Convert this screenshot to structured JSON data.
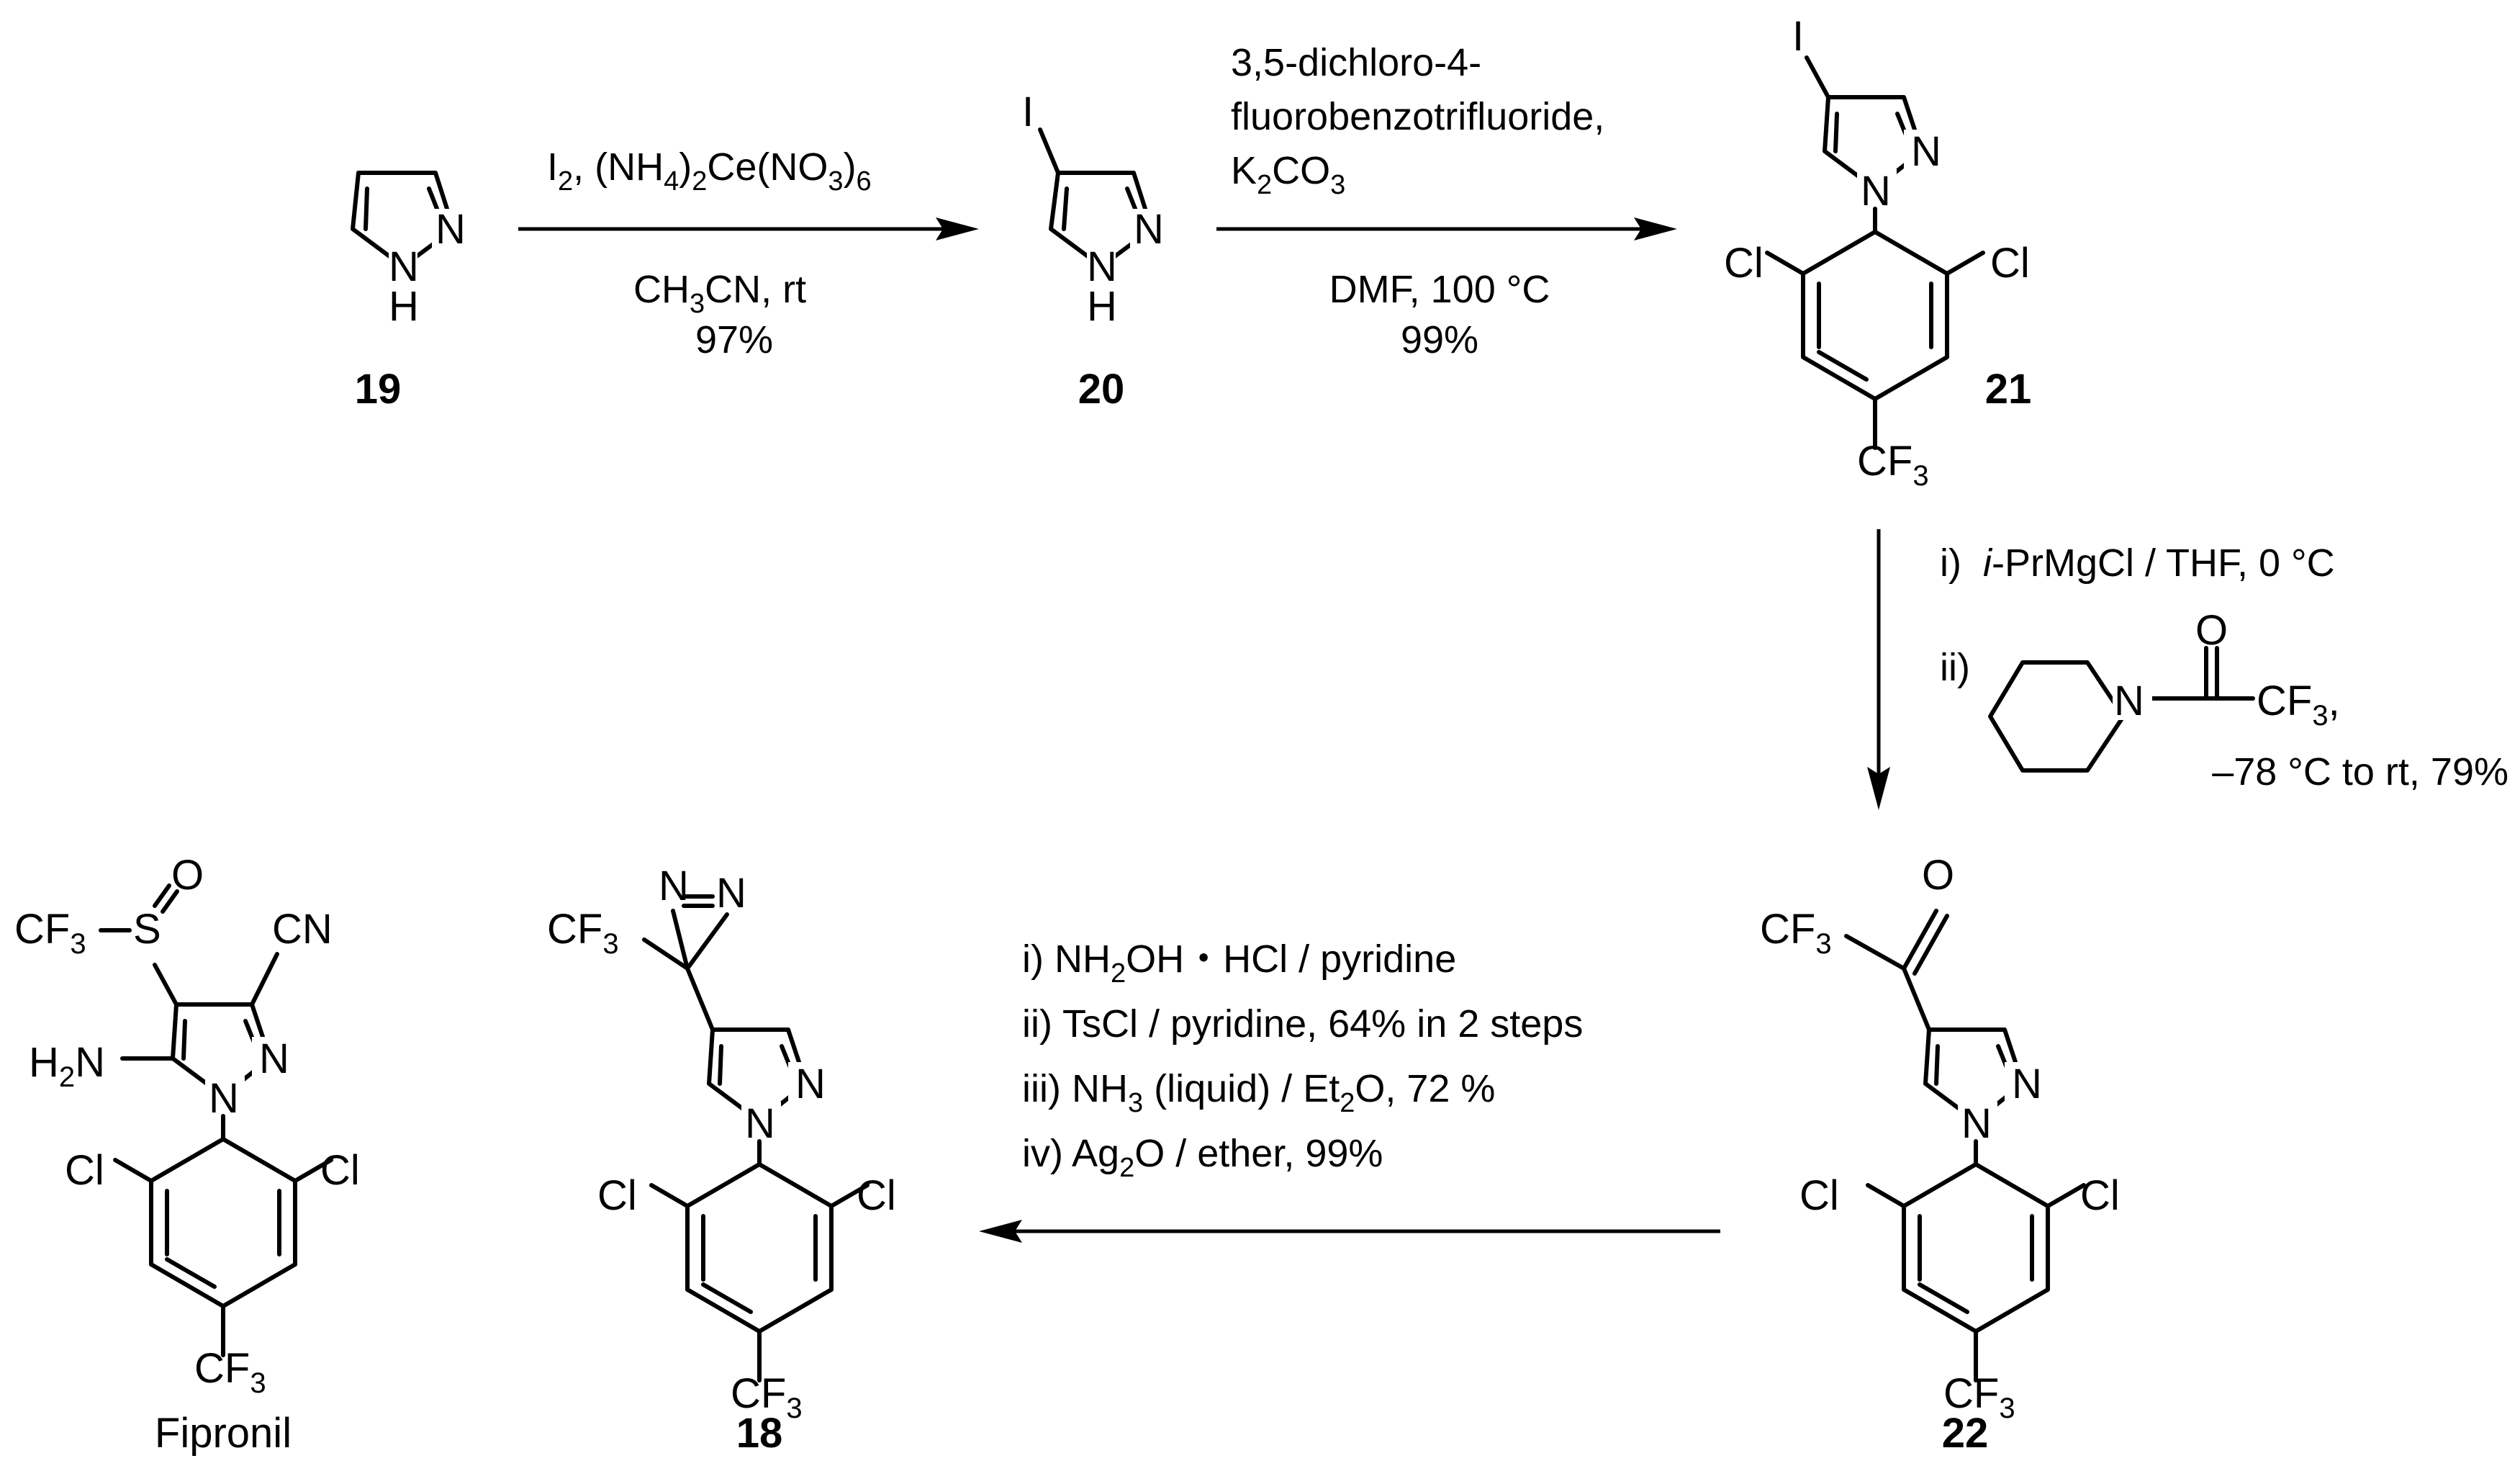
{
  "compounds": {
    "c19": {
      "number": "19",
      "nh": "H"
    },
    "c20": {
      "number": "20",
      "iodo": "I",
      "nh": "H"
    },
    "c21": {
      "number": "21",
      "iodo": "I",
      "cl": "Cl",
      "cf3": "CF",
      "sub3": "3"
    },
    "c22": {
      "number": "22",
      "oxo": "O",
      "cf3": "CF",
      "sub3": "3",
      "cl": "Cl"
    },
    "c18": {
      "number": "18",
      "cf3": "CF",
      "sub3": "3",
      "cl": "Cl"
    },
    "fipronil": {
      "name": "Fipronil",
      "cf3": "CF",
      "sub3": "3",
      "s": "S",
      "o": "O",
      "cn": "CN",
      "h2n_h": "H",
      "h2n_sub": "2",
      "h2n_n": "N",
      "cl": "Cl"
    }
  },
  "common": {
    "n": "N"
  },
  "arrows": {
    "a1": {
      "above": {
        "i": "I",
        "i_sub": "2",
        "rest1": ", (NH",
        "sub4": "4",
        "rest2": ")",
        "sub2": "2",
        "rest3": "Ce(NO",
        "sub3": "3",
        "rest4": ")",
        "sub6": "6"
      },
      "below1_a": "CH",
      "below1_sub": "3",
      "below1_b": "CN, rt",
      "below2": "97%"
    },
    "a2": {
      "above1": "3,5-dichloro-4-",
      "above2": "fluorobenzotrifluoride,",
      "above3_a": "K",
      "above3_sub1": "2",
      "above3_b": "CO",
      "above3_sub2": "3",
      "below1": "DMF, 100 °C",
      "below2": "99%"
    },
    "a3": {
      "step1_num": "i)",
      "step1_ital": "i",
      "step1_rest": "-PrMgCl / THF, 0 °C",
      "step2_num": "ii)",
      "step2_o": "O",
      "step2_n": "N",
      "step2_cf": "CF",
      "step2_sub": "3",
      "step2_comma": ",",
      "step2_cond": "–78 °C to rt, 79%"
    },
    "a4": {
      "s1_a": "i)  NH",
      "s1_sub": "2",
      "s1_b": "OH・HCl / pyridine",
      "s2": "ii) TsCl / pyridine, 64% in 2 steps",
      "s3_a": "iii) NH",
      "s3_sub": "3",
      "s3_b": " (liquid) / Et",
      "s3_sub2": "2",
      "s3_c": "O, 72 %",
      "s4_a": "iv) Ag",
      "s4_sub": "2",
      "s4_b": "O / ether, 99%"
    }
  }
}
